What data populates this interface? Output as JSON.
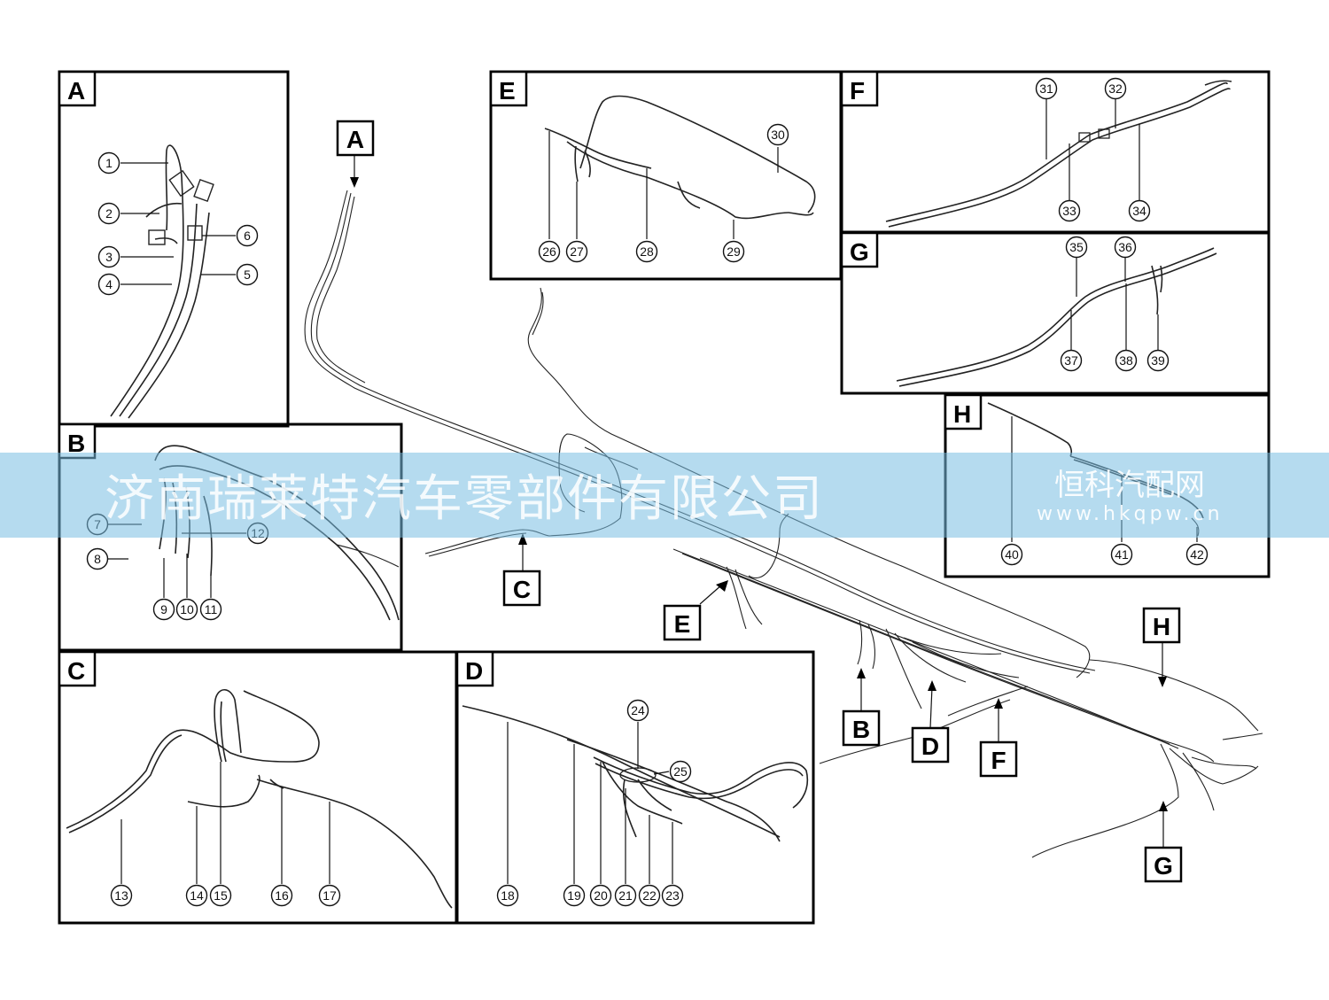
{
  "panels": [
    {
      "letter": "A"
    },
    {
      "letter": "B"
    },
    {
      "letter": "C"
    },
    {
      "letter": "D"
    },
    {
      "letter": "E"
    },
    {
      "letter": "F"
    },
    {
      "letter": "G"
    },
    {
      "letter": "H"
    }
  ],
  "callouts": {
    "A": "A",
    "B": "B",
    "C": "C",
    "D": "D",
    "E": "E",
    "F": "F",
    "G": "G",
    "H": "H"
  },
  "part_numbers": [
    "1",
    "2",
    "3",
    "4",
    "5",
    "6",
    "7",
    "8",
    "9",
    "10",
    "11",
    "12",
    "13",
    "14",
    "15",
    "16",
    "17",
    "18",
    "19",
    "20",
    "21",
    "22",
    "23",
    "24",
    "25",
    "26",
    "27",
    "28",
    "29",
    "30",
    "31",
    "32",
    "33",
    "34",
    "35",
    "36",
    "37",
    "38",
    "39",
    "40",
    "41",
    "42"
  ],
  "watermark": {
    "company": "济南瑞莱特汽车零部件有限公司",
    "site_name": "恒科汽配网",
    "site_url": "www.hkqpw.cn"
  },
  "colors": {
    "line": "#222222",
    "frame": "#000000",
    "banner": "#78bee1"
  }
}
